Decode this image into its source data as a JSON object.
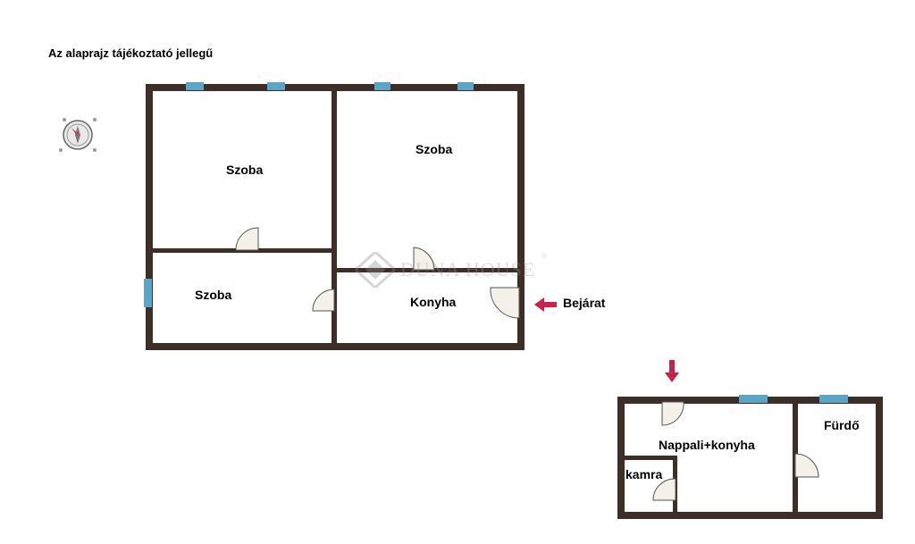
{
  "note": "Az alaprajz tájékoztató jellegű",
  "watermark": {
    "text": "DUNA HOUSE",
    "mark": "®"
  },
  "rooms_plan1": {
    "room_top_left": "Szoba",
    "room_top_right": "Szoba",
    "room_bottom_left": "Szoba",
    "kitchen": "Konyha",
    "entrance": "Bejárat"
  },
  "rooms_plan2": {
    "living_kitchen": "Nappali+konyha",
    "bathroom": "Fürdő",
    "pantry": "kamra"
  },
  "colors": {
    "wall": "#3d2f27",
    "window": "#5aa5c8",
    "arrow": "#c8234e",
    "door": "#555555"
  },
  "icons": [
    "compass-icon",
    "entrance-arrow-icon",
    "watermark-logo-icon"
  ]
}
